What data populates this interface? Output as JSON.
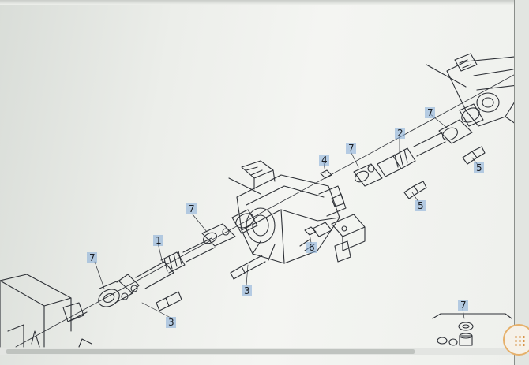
{
  "callouts": [
    {
      "id": "c1",
      "label": "1"
    },
    {
      "id": "c2",
      "label": "2"
    },
    {
      "id": "c3a",
      "label": "3"
    },
    {
      "id": "c3b",
      "label": "3"
    },
    {
      "id": "c4",
      "label": "4"
    },
    {
      "id": "c5a",
      "label": "5"
    },
    {
      "id": "c5b",
      "label": "5"
    },
    {
      "id": "c6",
      "label": "6"
    },
    {
      "id": "c7a",
      "label": "7"
    },
    {
      "id": "c7b",
      "label": "7"
    },
    {
      "id": "c7c",
      "label": "7"
    },
    {
      "id": "c7d",
      "label": "7"
    },
    {
      "id": "c7e",
      "label": "7"
    }
  ],
  "colors": {
    "line": "#2d3036",
    "callout_bg": "#82aad7",
    "accent": "#e6b06a"
  },
  "icons": {
    "corner_button": "grid-dots-icon"
  }
}
